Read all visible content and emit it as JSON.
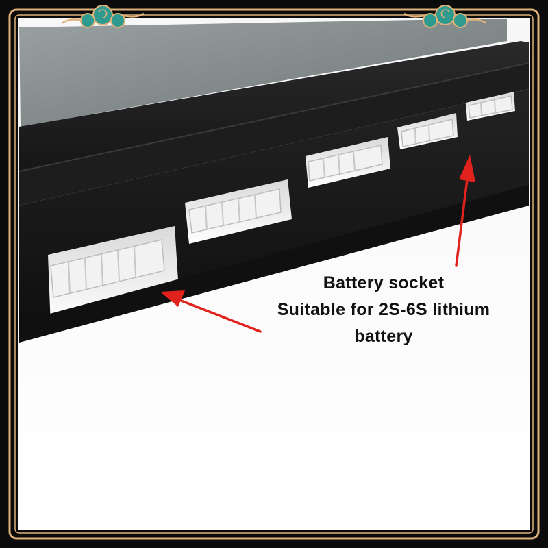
{
  "caption": {
    "line1": "Battery socket",
    "line2": "Suitable for 2S-6S lithium",
    "line3": "battery"
  },
  "colors": {
    "frame_gold": "#e0b27a",
    "frame_dark": "#0b0b0b",
    "ornament_teal": "#2f9a8f",
    "arrow_red": "#e1221c",
    "device_black": "#1b1b1b",
    "screen_gray": "#7c8486",
    "connector_white": "#ececec"
  },
  "icons": [
    "cloud-ornament-left",
    "cloud-ornament-right",
    "arrow-left-socket",
    "arrow-right-socket"
  ]
}
